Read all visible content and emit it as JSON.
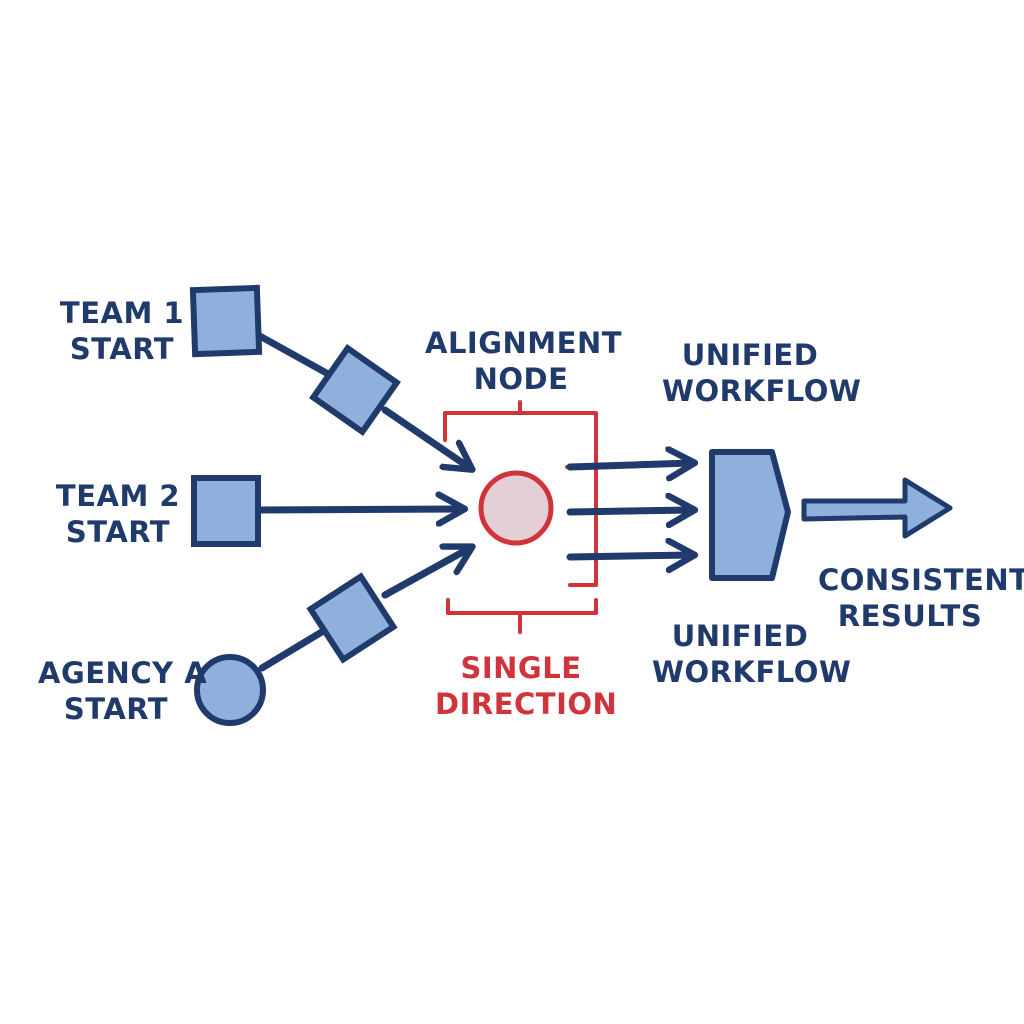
{
  "diagram": {
    "sources": [
      {
        "line1": "TEAM 1",
        "line2": "START",
        "shape": "square"
      },
      {
        "line1": "TEAM 2",
        "line2": "START",
        "shape": "square"
      },
      {
        "line1": "AGENCY A",
        "line2": "START",
        "shape": "circle"
      }
    ],
    "alignment_node": {
      "line1": "ALIGNMENT",
      "line2": "NODE"
    },
    "single_direction": {
      "line1": "SINGLE",
      "line2": "DIRECTION"
    },
    "unified_workflow_top": {
      "line1": "UNIFIED",
      "line2": "WORKFLOW"
    },
    "unified_workflow_bottom": {
      "line1": "UNIFIED",
      "line2": "WORKFLOW"
    },
    "output": {
      "line1": "CONSISTENT",
      "line2": "RESULTS"
    }
  },
  "colors": {
    "ink": "#1f3a6b",
    "fill": "#8fb0dd",
    "accent": "#d0343a",
    "node_fill": "#e4cfd6"
  }
}
